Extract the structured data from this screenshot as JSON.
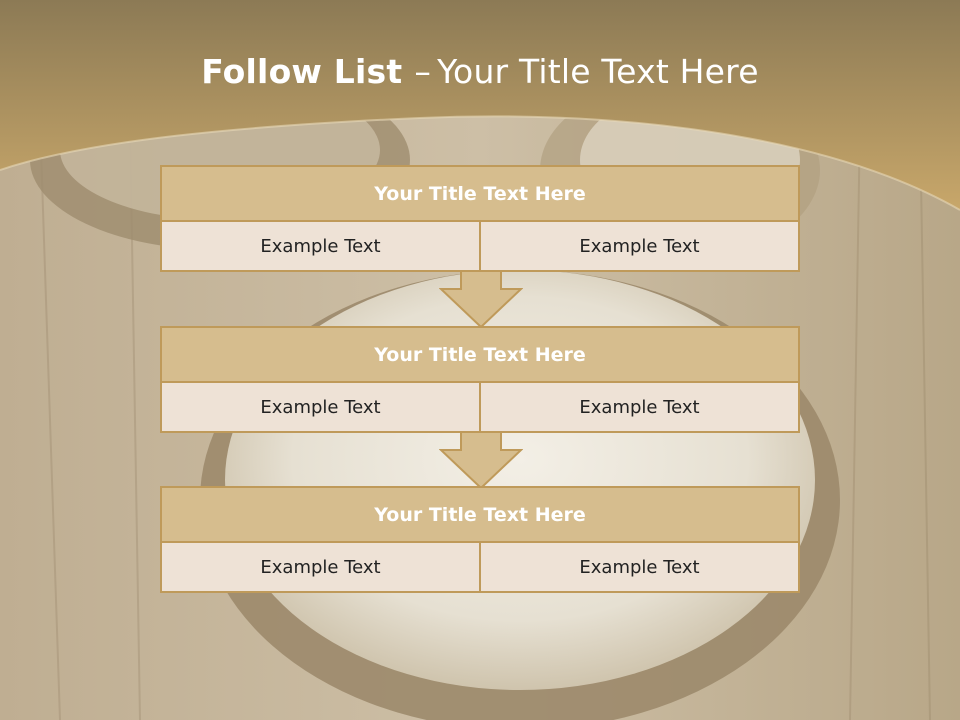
{
  "title": {
    "main": "Follow List",
    "dash": "–",
    "sub": "Your Title Text Here"
  },
  "colors": {
    "header_gold": "#c4a468",
    "box_title": "#d6bd8e",
    "box_cell": "#eee2d6",
    "border": "#bf9a5a",
    "title_text": "#ffffff",
    "cell_text": "#222222"
  },
  "blocks": [
    {
      "title": "Your Title Text Here",
      "left": "Example Text",
      "right": "Example Text"
    },
    {
      "title": "Your Title Text Here",
      "left": "Example Text",
      "right": "Example Text"
    },
    {
      "title": "Your Title Text Here",
      "left": "Example Text",
      "right": "Example Text"
    }
  ],
  "arrow_icon": "down-arrow-icon"
}
